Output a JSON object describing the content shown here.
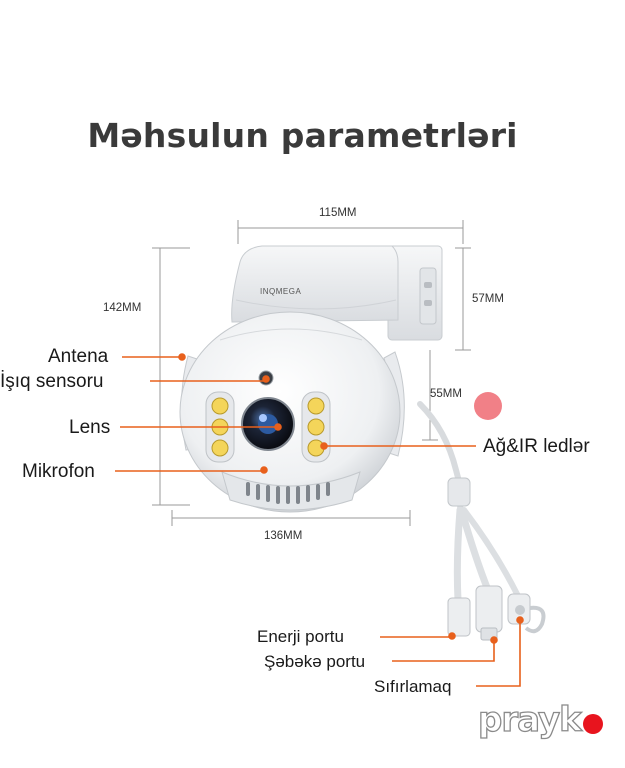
{
  "title": "Məhsulun parametrləri",
  "dimensions": {
    "width_top": "115MM",
    "height_total": "142MM",
    "mount_height": "57MM",
    "head_height": "55MM",
    "width_bottom": "136MM"
  },
  "camera_brand": "INQMEGA",
  "callouts": {
    "antenna": "Antena",
    "light_sensor": "İşıq sensoru",
    "lens": "Lens",
    "microphone": "Mikrofon",
    "leds": "Ağ&IR ledlər",
    "power_port": "Enerji portu",
    "network_port": "Şəbəkə portu",
    "reset": "Sıfırlamaq"
  },
  "brand_logo": "prayk",
  "colors": {
    "accent": "#e8601c",
    "brand_red": "#e8141e",
    "text": "#1a1a1a",
    "dim_line": "#9a9a9a"
  }
}
